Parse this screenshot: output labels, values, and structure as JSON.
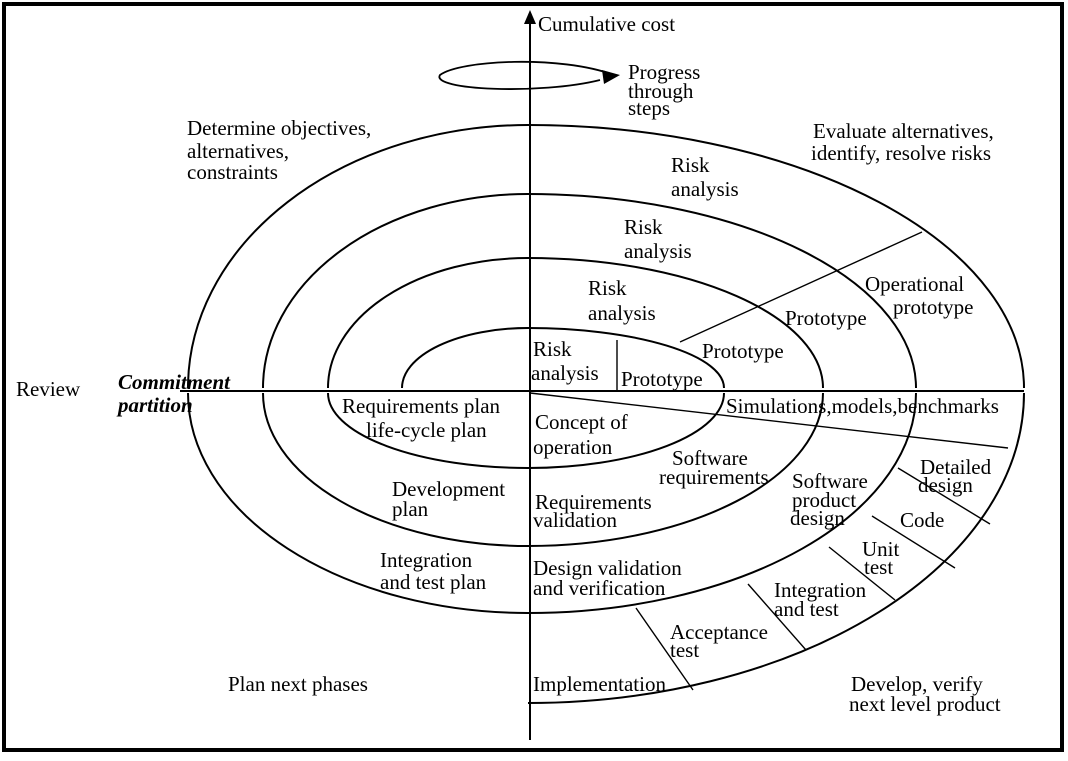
{
  "axis": {
    "vertical_label": "Cumulative cost",
    "progress_label": [
      "Progress",
      "through",
      "steps"
    ]
  },
  "quadrants": {
    "top_left": [
      "Determine objectives,",
      "alternatives,",
      "constraints"
    ],
    "top_right": [
      "Evaluate alternatives,",
      "identify, resolve risks"
    ],
    "bottom_left": [
      "Plan next phases"
    ],
    "bottom_right": [
      "Develop, verify",
      "next level product"
    ]
  },
  "left_side": {
    "review": "Review",
    "commitment": [
      "Commitment",
      "partition"
    ]
  },
  "risk_analysis": {
    "outer": [
      "Risk",
      "analysis"
    ],
    "third": [
      "Risk",
      "analysis"
    ],
    "second": [
      "Risk",
      "analysis"
    ],
    "inner": [
      "Risk",
      "analysis"
    ]
  },
  "prototypes": {
    "p1": "Prototype",
    "p2": "Prototype",
    "p3": "Prototype",
    "operational": [
      "Operational",
      "prototype"
    ]
  },
  "plans": {
    "requirements_plan": [
      "Requirements plan",
      "life-cycle plan"
    ],
    "development_plan": [
      "Development",
      "plan"
    ],
    "integration_plan": [
      "Integration",
      "and test plan"
    ]
  },
  "center": {
    "concept": [
      "Concept of",
      "operation"
    ],
    "simulations": "Simulations,models,benchmarks"
  },
  "development": {
    "software_requirements": [
      "Software",
      "requirements"
    ],
    "requirements_validation": [
      "Requirements",
      "validation"
    ],
    "software_product_design": [
      "Software",
      "product",
      "design"
    ],
    "design_validation": [
      "Design validation",
      "and verification"
    ],
    "detailed_design": [
      "Detailed",
      "design"
    ],
    "code": "Code",
    "unit_test": [
      "Unit",
      "test"
    ],
    "integration_test": [
      "Integration",
      "and test"
    ],
    "acceptance_test": [
      "Acceptance",
      "test"
    ],
    "implementation": "Implementation"
  }
}
